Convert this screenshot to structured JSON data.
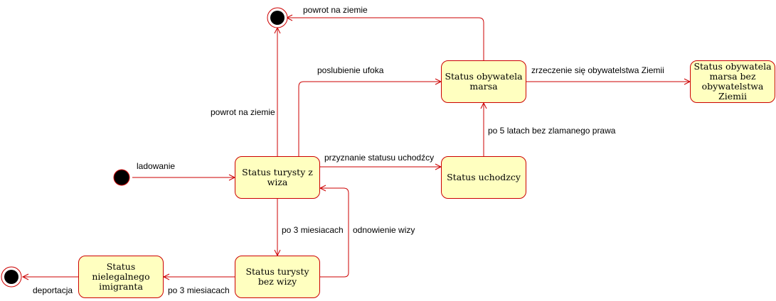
{
  "colors": {
    "stroke": "#cc0000",
    "state_fill": "#ffffc0",
    "node": "#000000"
  },
  "states": {
    "turysta_z_wiza": "Status turysty z wiza",
    "uchodzca": "Status uchodzcy",
    "obywatel_marsa": "Status obywatela marsa",
    "obywatel_marsa_bez_ziemi": "Status obywatela marsa bez obywatelstwa Ziemii",
    "turysta_bez_wizy": "Status turysty bez wizy",
    "nielegalny_imigrant": "Status nielegalnego imigranta"
  },
  "transitions": {
    "ladowanie": "ladowanie",
    "powrot_top": "powrot na ziemie",
    "powrot_left": "powrot na ziemie",
    "poslubienie": "poslubienie ufoka",
    "zrzeczenie": "zrzeczenie się obywatelstwa Ziemii",
    "po_5_latach": "po 5 latach bez zlamanego prawa",
    "przyznanie": "przyznanie statusu uchodźcy",
    "po_3_down": "po 3 miesiacach",
    "odnowienie": "odnowienie wizy",
    "po_3_left": "po 3 miesiacach",
    "deportacja": "deportacja"
  },
  "nodes": [
    "initial",
    "final-top",
    "final-left"
  ]
}
